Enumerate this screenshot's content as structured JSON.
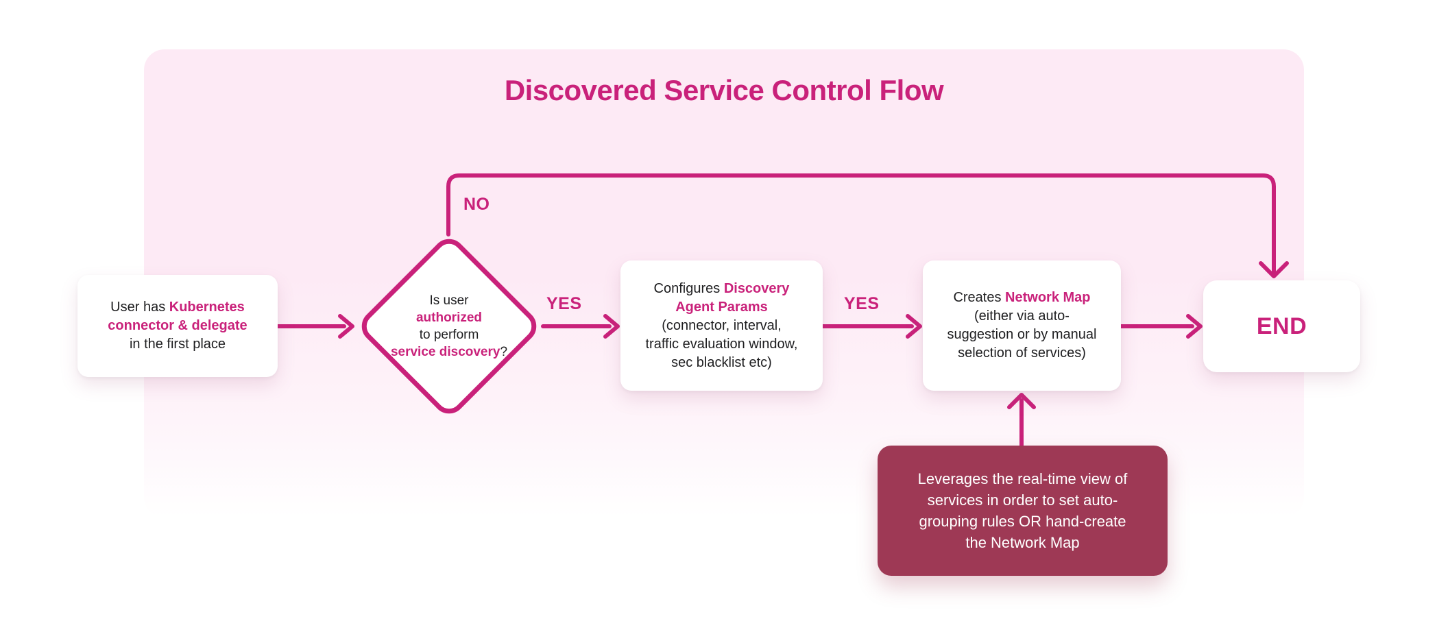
{
  "title": "Discovered Service Control Flow",
  "colors": {
    "accent": "#c9217a",
    "panel": "#fdeaf5",
    "note_bg": "#9e3955",
    "ink": "#1d1d1f",
    "node_bg": "#ffffff"
  },
  "edges": {
    "no_label": "NO",
    "yes_label_1": "YES",
    "yes_label_2": "YES"
  },
  "nodes": {
    "start": {
      "lines": [
        [
          {
            "t": "User has ",
            "a": false
          },
          {
            "t": "Kubernetes",
            "a": true
          }
        ],
        [
          {
            "t": "connector & delegate",
            "a": true
          }
        ],
        [
          {
            "t": "in the first place",
            "a": false
          }
        ]
      ]
    },
    "decision": {
      "lines": [
        [
          {
            "t": "Is user",
            "a": false
          }
        ],
        [
          {
            "t": "authorized",
            "a": true
          }
        ],
        [
          {
            "t": "to perform",
            "a": false
          }
        ],
        [
          {
            "t": "service discovery",
            "a": true
          },
          {
            "t": "?",
            "a": false
          }
        ]
      ]
    },
    "configure": {
      "lines": [
        [
          {
            "t": "Configures ",
            "a": false
          },
          {
            "t": "Discovery",
            "a": true
          }
        ],
        [
          {
            "t": "Agent Params",
            "a": true
          }
        ],
        [
          {
            "t": "(connector, interval,",
            "a": false
          }
        ],
        [
          {
            "t": "traffic evaluation window,",
            "a": false
          }
        ],
        [
          {
            "t": "sec blacklist etc)",
            "a": false
          }
        ]
      ]
    },
    "creates": {
      "lines": [
        [
          {
            "t": "Creates ",
            "a": false
          },
          {
            "t": "Network Map",
            "a": true
          }
        ],
        [
          {
            "t": "(either via auto-",
            "a": false
          }
        ],
        [
          {
            "t": "suggestion or by manual",
            "a": false
          }
        ],
        [
          {
            "t": "selection of services)",
            "a": false
          }
        ]
      ]
    },
    "end": {
      "label": "END"
    },
    "note": {
      "lines": [
        [
          {
            "t": "Leverages the real-time view of",
            "a": false
          }
        ],
        [
          {
            "t": "services in order to set auto-",
            "a": false
          }
        ],
        [
          {
            "t": "grouping rules OR hand-create",
            "a": false
          }
        ],
        [
          {
            "t": "the Network Map",
            "a": false
          }
        ]
      ]
    }
  }
}
